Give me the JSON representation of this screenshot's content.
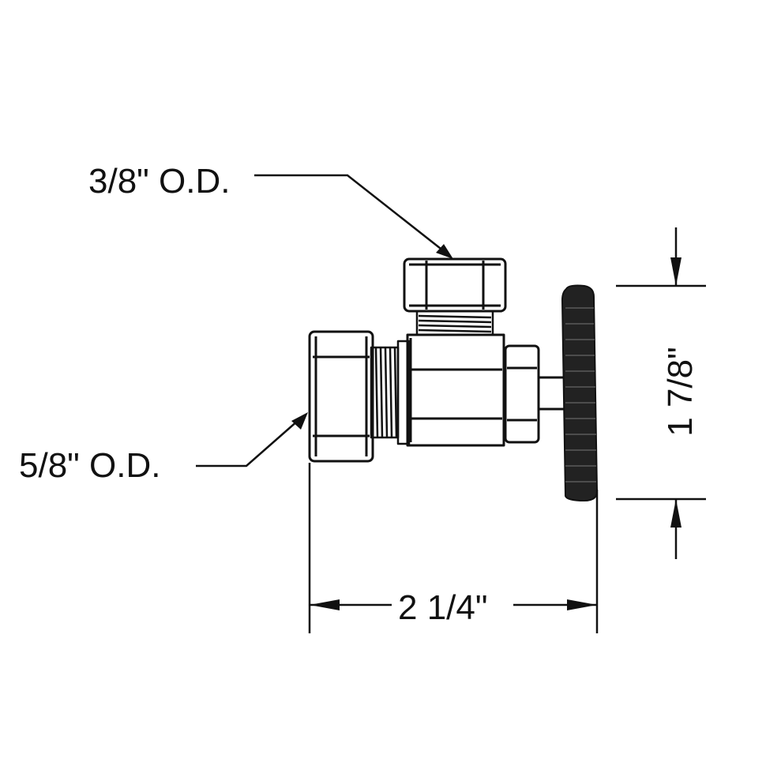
{
  "labels": {
    "top_outlet": "3/8\" O.D.",
    "inlet": "5/8\" O.D.",
    "overall_width": "2 1/4\"",
    "overall_height": "1 7/8\""
  }
}
